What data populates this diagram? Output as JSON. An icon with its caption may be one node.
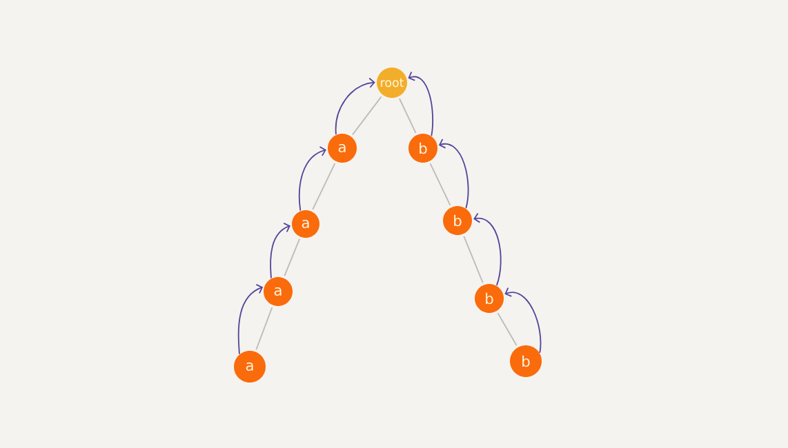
{
  "diagram": {
    "nodes": [
      {
        "text": [
          "root"
        ]
      },
      {
        "text": [
          "a"
        ]
      },
      {
        "text": [
          "b"
        ]
      },
      {
        "text": [
          "a"
        ]
      },
      {
        "text": [
          "b"
        ]
      },
      {
        "text": [
          "a"
        ]
      },
      {
        "text": [
          "b"
        ]
      },
      {
        "text": [
          "a"
        ]
      },
      {
        "text": [
          "b"
        ]
      }
    ],
    "edges": [
      {
        "from": 0,
        "to": 1,
        "arrow": "none"
      },
      {
        "from": 1,
        "to": 3,
        "arrow": "none"
      },
      {
        "from": 3,
        "to": 5,
        "arrow": "none"
      },
      {
        "from": 5,
        "to": 7,
        "arrow": "none"
      },
      {
        "from": 0,
        "to": 2,
        "arrow": "none"
      },
      {
        "from": 2,
        "to": 4,
        "arrow": "none"
      },
      {
        "from": 4,
        "to": 6,
        "arrow": "none"
      },
      {
        "from": 6,
        "to": 8,
        "arrow": "none"
      },
      {
        "from": 1,
        "to": 0,
        "arrow": "to",
        "color": "#55479c"
      },
      {
        "from": 3,
        "to": 1,
        "arrow": "to",
        "color": "#55479c"
      },
      {
        "from": 5,
        "to": 3,
        "arrow": "to",
        "color": "#55479c"
      },
      {
        "from": 7,
        "to": 5,
        "arrow": "to",
        "color": "#55479c"
      },
      {
        "from": 2,
        "to": 0,
        "arrow": "to",
        "color": "#55479c"
      },
      {
        "from": 4,
        "to": 2,
        "arrow": "to",
        "color": "#55479c"
      },
      {
        "from": 6,
        "to": 4,
        "arrow": "to",
        "color": "#55479c"
      },
      {
        "from": 8,
        "to": 6,
        "arrow": "to",
        "color": "#55479c"
      }
    ]
  }
}
